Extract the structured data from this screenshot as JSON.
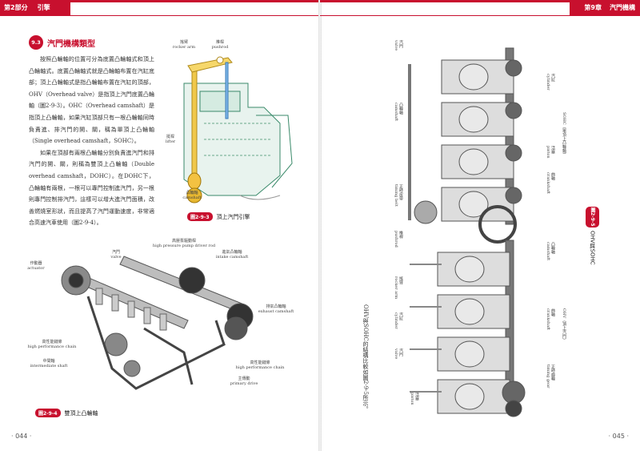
{
  "header": {
    "part_label": "第2部分",
    "part_title": "引擎",
    "chapter_label": "第9章",
    "chapter_title": "汽門機構"
  },
  "section": {
    "number": "9.3",
    "title": "汽門機構類型"
  },
  "body": {
    "p1": "按照凸輪軸的位置可分為底置凸輪軸式和頂上凸輪軸式。底置凸輪軸式就是凸輪軸布置在汽缸底部；頂上凸輪軸式是指凸輪軸布置在汽缸的頂部，OHV（Overhead valve）是指頂上汽門底置凸輪軸（圖2-9-3）。OHC（Overhead camshaft）是指頂上凸輪軸，如果汽缸頂部只有一根凸輪軸同時負責進、排汽門的開、關，稱為單頂上凸輪軸（Single overhead camshaft，SOHC）。",
    "p2": "如果在頂部有兩根凸輪軸分別負責進汽門和排汽門的開、關，則稱為雙頂上凸輪軸（Double overhead camshaft，DOHC）。在DOHC下，凸輪軸有兩根，一根可以專門控制進汽門，另一根則專門控制排汽門，這樣可以增大進汽門面積，改善燃燒室形狀，而且提高了汽門運動速度，非常適合高速汽車使用（圖2-9-4）。"
  },
  "fig293": {
    "badge": "圖2-9-3",
    "caption": "頂上汽門引擎",
    "labels": {
      "rocker": "搖臂\nrocker arm",
      "pushrod": "推桿\npushrod",
      "lifter": "挺桿\nlifter",
      "camshaft": "凸輪軸\ncamshaft"
    }
  },
  "fig294": {
    "badge": "圖2-9-4",
    "caption": "雙頂上凸輪軸",
    "labels": {
      "pump_rod": "高壓泵驅動桿\nhigh pressure pump driver rod",
      "valve": "汽門\nvalve",
      "intake_cam": "進氣凸輪軸\nintake camshaft",
      "actuator": "作動器\nactuator",
      "exhaust_cam": "排氣凸輪軸\nexhaust camshaft",
      "hp_chain": "高性能鏈條\nhigh performance chain",
      "inter_shaft": "中間軸\nintermediate shaft",
      "hp_chain2": "高性能鏈條\nhigh performance chain",
      "primary": "主傳動\nprimary drive"
    }
  },
  "fig295": {
    "badge": "圖2-9-5",
    "caption": "OHV與SOHC",
    "top_labels": {
      "valve": "汽門\nvalve",
      "camshaft": "凸輪軸\ncamshaft",
      "timing": "正時皮帶\ntiming belt",
      "cylinder": "汽缸\ncylinder",
      "piston": "活塞\npiston",
      "sohc": "SOHC（單頂上凸輪軸）",
      "crank": "曲軸\ncrankshaft"
    },
    "bottom_labels": {
      "pushrod": "推桿\npushrod",
      "rocker": "搖臂\nrocker arm",
      "cylinder": "汽缸\ncylinder",
      "valve": "汽門\nvalve",
      "piston": "活塞\npiston",
      "camshaft": "凸輪軸\ncamshaft",
      "crank": "曲軸\ncrankshaft",
      "ohv": "OHV（頂上汽門）",
      "timing": "正時齒輪\ntiming gear"
    }
  },
  "right_body": "OHV與SOHC的結構比較如圖2-9-5所示。",
  "page_left": "· 044 ·",
  "page_right": "· 045 ·",
  "colors": {
    "accent": "#c8102e"
  }
}
